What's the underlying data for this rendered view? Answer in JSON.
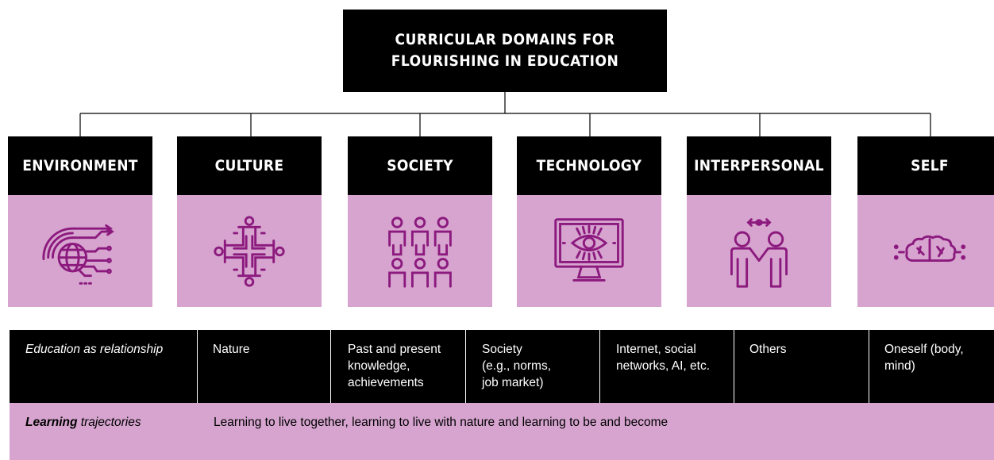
{
  "root": {
    "line1": "CURRICULAR DOMAINS FOR",
    "line2": "FLOURISHING IN EDUCATION"
  },
  "domains": [
    {
      "label": "ENVIRONMENT",
      "icon": "globe-network-icon"
    },
    {
      "label": "CULTURE",
      "icon": "cultural-pattern-icon"
    },
    {
      "label": "SOCIETY",
      "icon": "people-group-icon"
    },
    {
      "label": "TECHNOLOGY",
      "icon": "monitor-eye-icon"
    },
    {
      "label": "INTERPERSONAL",
      "icon": "handshake-people-icon"
    },
    {
      "label": "SELF",
      "icon": "brain-icon"
    }
  ],
  "table": {
    "row1_label": "Education as relationship",
    "cells": [
      [
        "Nature"
      ],
      [
        "Past and present",
        "knowledge,",
        "achievements"
      ],
      [
        "Society",
        "(e.g., norms,",
        "job market)"
      ],
      [
        "Internet, social",
        "networks, AI, etc."
      ],
      [
        "Others"
      ],
      [
        "Oneself (body,",
        "mind)"
      ]
    ],
    "row2_label_bold": "Learning",
    "row2_label_rest": " trajectories",
    "row2_text": "Learning to live together, learning to live with nature and learning to be and become"
  },
  "colors": {
    "black": "#000000",
    "accent_pink": "#d6a4cf",
    "icon_purple": "#8c1a7e"
  }
}
